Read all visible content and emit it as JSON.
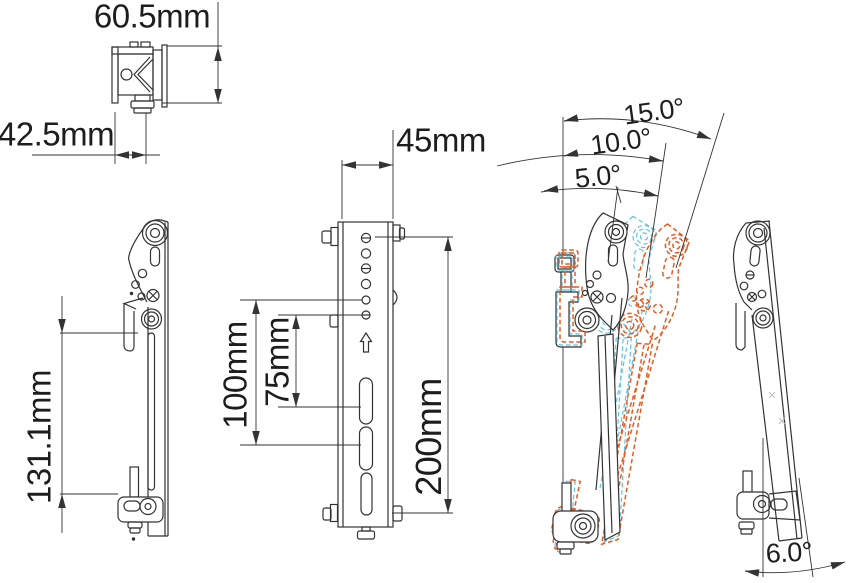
{
  "colors": {
    "line": "#333333",
    "tilt-cyan": "#5fc3e3",
    "tilt-orange": "#e85a20",
    "faint": "#bbbbbb"
  },
  "labels": {
    "top_height": "60.5mm",
    "top_depth": "42.5mm",
    "side_height": "131.1mm",
    "front_width": "45mm",
    "spacing_100": "100mm",
    "spacing_75": "75mm",
    "front_height": "200mm",
    "tilt_15": "15.0°",
    "tilt_10": "10.0°",
    "tilt_5": "5.0°",
    "side_tilt": "6.0°"
  }
}
